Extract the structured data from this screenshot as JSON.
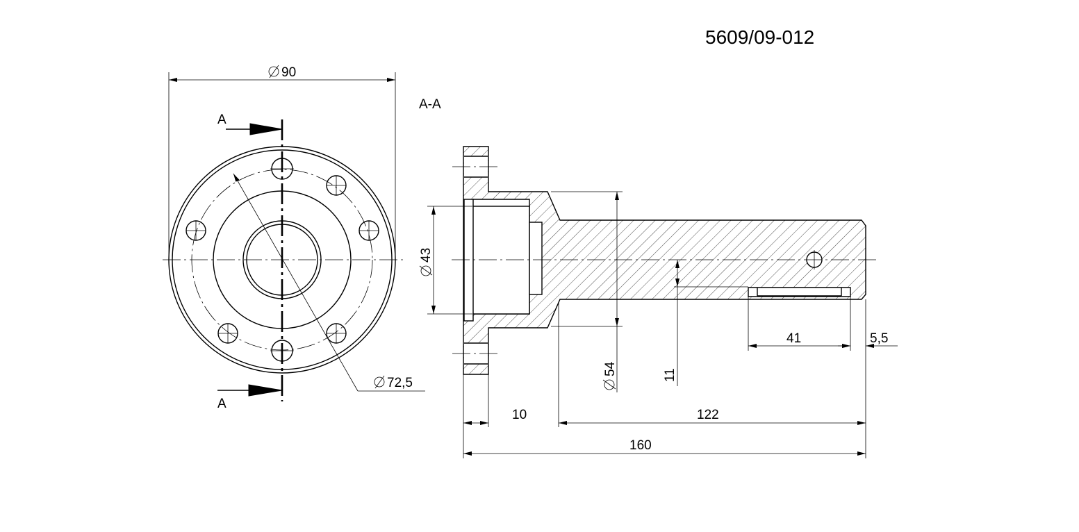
{
  "drawing_number": "5609/09-012",
  "section_label": "A-A",
  "cut_labels": {
    "top": "A",
    "bottom": "A"
  },
  "dimensions": {
    "outer_diameter": "90",
    "bolt_circle_diameter": "72,5",
    "bore_diameter": "43",
    "shaft_diameter": "54",
    "keyway_length": "41",
    "keyway_offset": "5,5",
    "keyway_depth": "11",
    "flange_thickness": "10",
    "shaft_length": "122",
    "total_length": "160"
  }
}
